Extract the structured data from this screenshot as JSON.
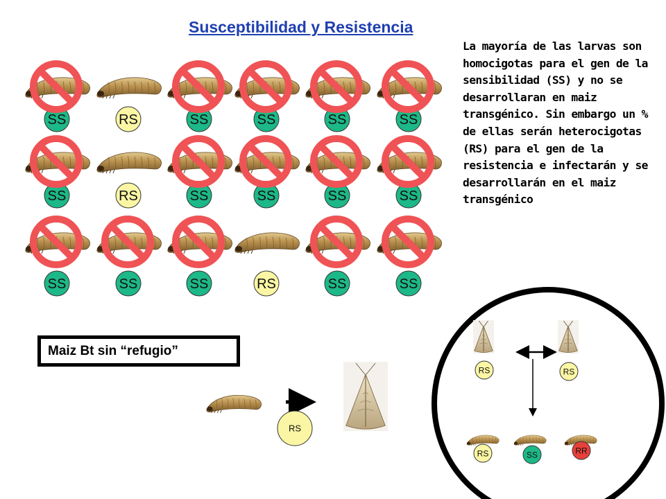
{
  "title": "Susceptibilidad y Resistencia",
  "description": "La mayoría de las larvas son homocigotas para el gen de la sensibilidad (SS) y no se desarrollaran en maiz transgénico. Sin embargo un % de ellas serán heterocigotas (RS) para el gen de la resistencia e infectarán y se desarrollarán en el maiz transgénico",
  "grid": {
    "rows": [
      [
        {
          "label": "SS",
          "crossed": true
        },
        {
          "label": "RS",
          "crossed": false
        },
        {
          "label": "SS",
          "crossed": true
        },
        {
          "label": "SS",
          "crossed": true
        },
        {
          "label": "SS",
          "crossed": true
        },
        {
          "label": "SS",
          "crossed": true
        }
      ],
      [
        {
          "label": "SS",
          "crossed": true
        },
        {
          "label": "RS",
          "crossed": false
        },
        {
          "label": "SS",
          "crossed": true
        },
        {
          "label": "SS",
          "crossed": true
        },
        {
          "label": "SS",
          "crossed": true
        },
        {
          "label": "SS",
          "crossed": true
        }
      ],
      [
        {
          "label": "SS",
          "crossed": true
        },
        {
          "label": "SS",
          "crossed": true
        },
        {
          "label": "SS",
          "crossed": true
        },
        {
          "label": "RS",
          "crossed": false
        },
        {
          "label": "SS",
          "crossed": true
        },
        {
          "label": "SS",
          "crossed": true
        }
      ]
    ]
  },
  "box_label": "Maiz Bt sin “refugio”",
  "transition_label": "RS",
  "cycle": {
    "parent_labels": [
      "RS",
      "RS"
    ],
    "offspring_labels": [
      "RS",
      "SS",
      "RR"
    ]
  },
  "colors": {
    "SS": "#1db887",
    "RS": "#fbf6a4",
    "RR": "#e8403a",
    "ban": "#ef5355",
    "title": "#1f3fb0"
  },
  "icons": [
    "larva-icon",
    "prohibition-icon",
    "moth-icon",
    "arrow-icon"
  ]
}
